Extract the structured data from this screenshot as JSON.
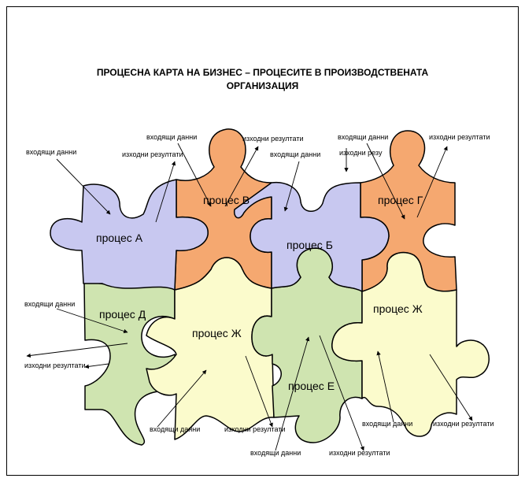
{
  "title": {
    "line1": "ПРОЦЕСНА КАРТА НА БИЗНЕС – ПРОЦЕСИТЕ В ПРОИЗВОДСТВЕНАТА",
    "line2": "ОРГАНИЗАЦИЯ"
  },
  "processes": {
    "a": "процес А",
    "v": "процес В",
    "b": "процес Б",
    "g": "процес Г",
    "d": "процес Д",
    "zh1": "процес Ж",
    "e": "процес Е",
    "zh2": "процес Ж"
  },
  "labels": {
    "in_a": "входящи данни",
    "out_a": "изходни резултати",
    "in_v": "входящи данни",
    "out_v": "изходни резултати",
    "in_b": "входящи данни",
    "in_g": "входящи данни",
    "out_g_partial": "изходни резу",
    "out_g": "изходни резултати",
    "in_d": "входящи данни",
    "out_d": "изходни резултати",
    "in_zh1": "входящи данни",
    "out_zh1": "изходни резултати",
    "in_e": "входящи данни",
    "out_e": "изходни резултати",
    "in_zh2": "входящи данни",
    "out_zh2": "изходни резултати"
  },
  "colors": {
    "lavender": "#c8c8f0",
    "orange": "#f5a870",
    "green": "#cfe4b0",
    "yellow": "#fbfbcc"
  }
}
